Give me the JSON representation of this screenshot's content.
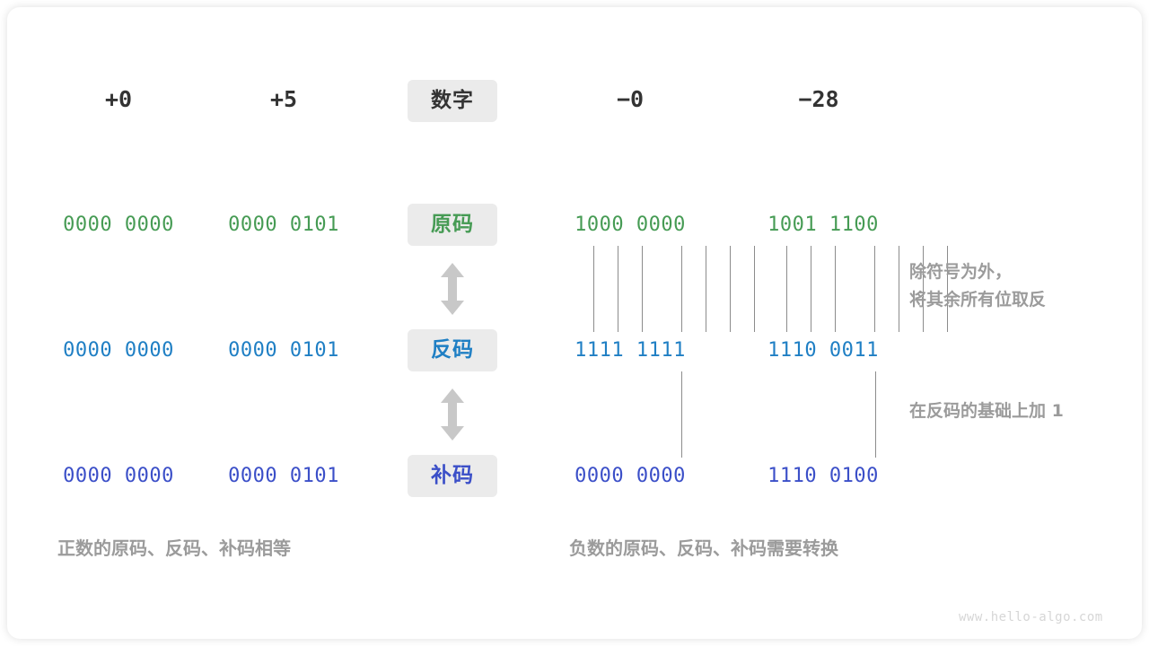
{
  "colors": {
    "sign_magnitude": "#469b54",
    "ones_complement": "#1f7fc4",
    "twos_complement": "#3b4fc8",
    "note_gray": "#9b9b9b",
    "line_gray": "#8c8c8c",
    "badge_bg": "#ebebeb",
    "heading": "#333333",
    "watermark": "#d6d6d6"
  },
  "row_labels": {
    "number": "数字",
    "sign_magnitude": "原码",
    "ones_complement": "反码",
    "twos_complement": "补码"
  },
  "columns": [
    {
      "header": "+0",
      "sign_magnitude": "0000 0000",
      "ones_complement": "0000 0000",
      "twos_complement": "0000 0000"
    },
    {
      "header": "+5",
      "sign_magnitude": "0000 0101",
      "ones_complement": "0000 0101",
      "twos_complement": "0000 0101"
    },
    {
      "header": "−0",
      "sign_magnitude": "1000 0000",
      "ones_complement": "1111 1111",
      "twos_complement": "0000 0000"
    },
    {
      "header": "−28",
      "sign_magnitude": "1001 1100",
      "ones_complement": "1110 0011",
      "twos_complement": "1110 0100"
    }
  ],
  "notes": {
    "invert_line1": "除符号为外，",
    "invert_line2": "将其余所有位取反",
    "add_one": "在反码的基础上加 1"
  },
  "captions": {
    "positive": "正数的原码、反码、补码相等",
    "negative": "负数的原码、反码、补码需要转换"
  },
  "watermark": "www.hello-algo.com"
}
